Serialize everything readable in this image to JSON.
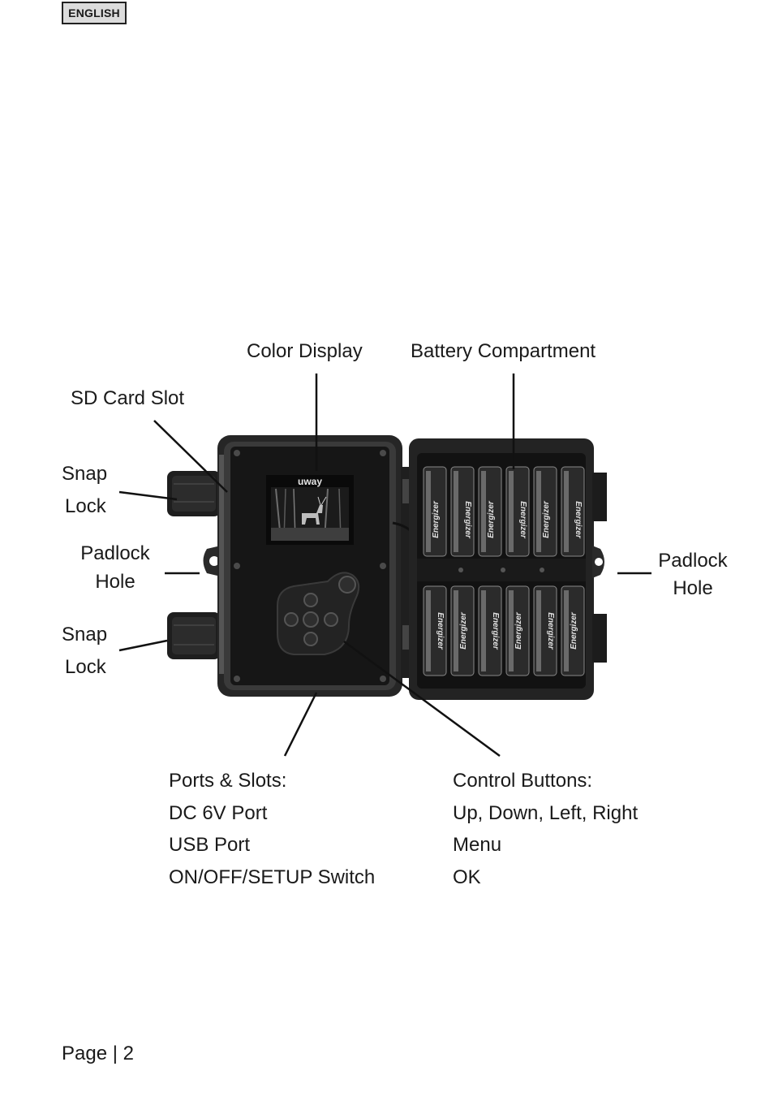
{
  "header": {
    "language": "ENGLISH"
  },
  "diagram": {
    "labels": {
      "color_display": "Color Display",
      "battery_compartment": "Battery Compartment",
      "sd_card_slot": "SD Card Slot",
      "snap_lock_top_1": "Snap",
      "snap_lock_top_2": "Lock",
      "padlock_left_1": "Padlock",
      "padlock_left_2": "Hole",
      "padlock_right_1": "Padlock",
      "padlock_right_2": "Hole",
      "snap_lock_bottom_1": "Snap",
      "snap_lock_bottom_2": "Lock"
    },
    "screen_brand": "uway",
    "battery_brand": "Energizer",
    "ports": {
      "title": "Ports & Slots:",
      "items": [
        "DC 6V Port",
        "USB Port",
        "ON/OFF/SETUP Switch"
      ]
    },
    "controls": {
      "title": "Control Buttons:",
      "items": [
        "Up, Down, Left, Right",
        "Menu",
        "OK"
      ]
    }
  },
  "footer": {
    "page": "Page | 2"
  }
}
